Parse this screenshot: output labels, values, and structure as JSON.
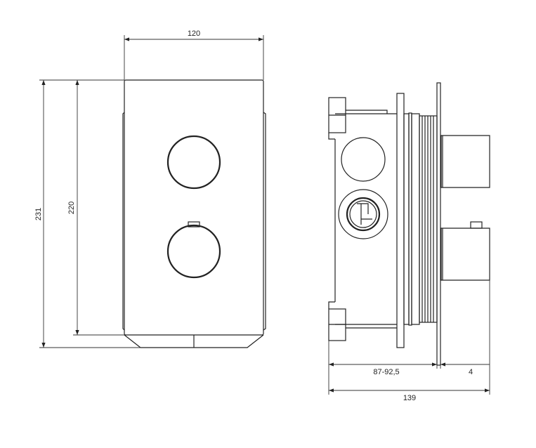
{
  "drawing": {
    "front_view": {
      "width_label": "120",
      "total_height_label": "231",
      "plate_height_label": "220"
    },
    "side_view": {
      "install_depth_label": "87-92,5",
      "plate_thickness_label": "4",
      "total_depth_label": "139"
    }
  }
}
